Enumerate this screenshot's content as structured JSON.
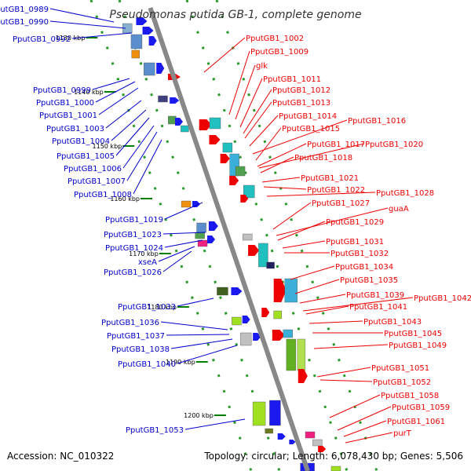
{
  "title": "Pseudomonas putida GB-1, complete genome",
  "footer": {
    "accession": "Accession: NC_010322",
    "topology": "Topology: circular; Length: 6,078,430 bp; Genes: 5,506"
  },
  "colors": {
    "left_labels": "#0000cc",
    "right_labels": "#ee0000",
    "backbone": "#888888",
    "tick": "#008000"
  },
  "ticks": [
    "1130 kbp",
    "1140 kbp",
    "1150 kbp",
    "1160 kbp",
    "1170 kbp",
    "1180 kbp",
    "1190 kbp",
    "1200 kbp"
  ],
  "left_labels": [
    "PputGB1_0989",
    "PputGB1_0990",
    "PputGB1_0992",
    "PputGB1_0999",
    "PputGB1_1000",
    "PputGB1_1001",
    "PputGB1_1003",
    "PputGB1_1004",
    "PputGB1_1005",
    "PputGB1_1006",
    "PputGB1_1007",
    "PputGB1_1008",
    "PputGB1_1019",
    "PputGB1_1023",
    "PputGB1_1024",
    "xseA",
    "PputGB1_1026",
    "PputGB1_1033",
    "PputGB1_1036",
    "PputGB1_1037",
    "PputGB1_1038",
    "PputGB1_1040",
    "PputGB1_1053"
  ],
  "right_labels": [
    "PputGB1_1002",
    "PputGB1_1009",
    "glk",
    "PputGB1_1011",
    "PputGB1_1012",
    "PputGB1_1013",
    "PputGB1_1014",
    "PputGB1_1016",
    "PputGB1_1015",
    "PputGB1_1017",
    "PputGB1_1020",
    "PputGB1_1018",
    "PputGB1_1021",
    "PputGB1_1022",
    "PputGB1_1028",
    "PputGB1_1027",
    "guaA",
    "PputGB1_1029",
    "PputGB1_1031",
    "PputGB1_1032",
    "PputGB1_1034",
    "PputGB1_1035",
    "PputGB1_1039",
    "PputGB1_1042",
    "PputGB1_1041",
    "PputGB1_1043",
    "PputGB1_1045",
    "PputGB1_1049",
    "PputGB1_1051",
    "PputGB1_1052",
    "PputGB1_1058",
    "PputGB1_1059",
    "PputGB1_1061",
    "purT"
  ]
}
